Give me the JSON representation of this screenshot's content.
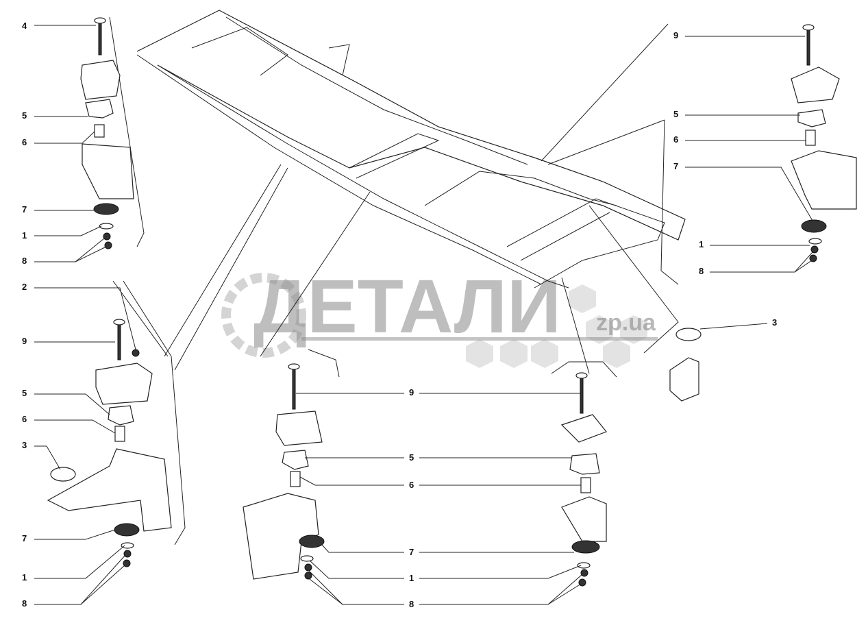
{
  "watermark": {
    "brand": "ДЕТАЛИ",
    "domain": "zp.ua"
  },
  "callouts": [
    "4",
    "5",
    "6",
    "7",
    "1",
    "8",
    "2",
    "9",
    "5",
    "6",
    "3",
    "7",
    "1",
    "8",
    "9",
    "5",
    "6",
    "7",
    "1",
    "8",
    "9",
    "5",
    "6",
    "7",
    "1",
    "8",
    "3"
  ]
}
